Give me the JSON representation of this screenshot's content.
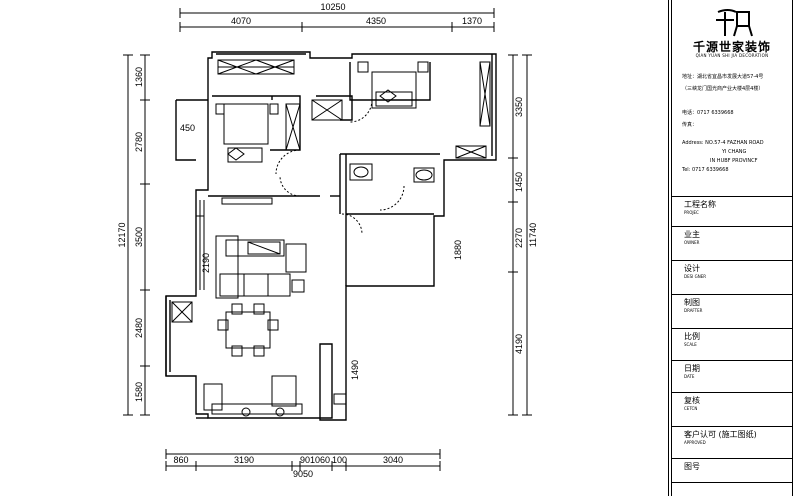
{
  "dimensions": {
    "top": {
      "total": "10250",
      "segments": [
        "4070",
        "4350",
        "1370"
      ]
    },
    "bottom": {
      "total": "9050",
      "segments": [
        "860",
        "3190",
        "90",
        "1060",
        "100",
        "3040"
      ]
    },
    "left": {
      "total": "12170",
      "segments": [
        "1360",
        "2780",
        "3500",
        "2480",
        "1580"
      ]
    },
    "right": {
      "total": "11740",
      "segments": [
        "3350",
        "1450",
        "2270",
        "4190"
      ]
    },
    "inner": [
      "450",
      "2190",
      "1880",
      "1490"
    ]
  },
  "titleblock": {
    "company_cn": "千源世家装饰",
    "company_en": "QIAN YUAN SHI JIA DECORATION",
    "address_cn_1": "地址：湖北省宜昌市发展大道57-4号",
    "address_cn_2": "（三峡龙门国光商产业大楼4层4楼）",
    "phone_cn": "电话：0717 6339668",
    "fax_cn": "传真：",
    "address_en_1": "Address: NO.57-4 FAZHAN ROAD",
    "address_en_2": "YI CHANG",
    "address_en_3": "IN HUBF PROVINCF",
    "tel_en": "Tel: 0717 6339668",
    "rows": [
      {
        "cn": "工程名称",
        "en": "PROJEC"
      },
      {
        "cn": "业主",
        "en": "OWNER"
      },
      {
        "cn": "设计",
        "en": "DESI GNER"
      },
      {
        "cn": "制图",
        "en": "DRAFTER"
      },
      {
        "cn": "比例",
        "en": "SCALE"
      },
      {
        "cn": "日期",
        "en": "DATE"
      },
      {
        "cn": "复核",
        "en": "CETCN"
      },
      {
        "cn": "客户认可 (施工图纸)",
        "en": "APPROVED"
      },
      {
        "cn": "图号",
        "en": ""
      }
    ]
  }
}
